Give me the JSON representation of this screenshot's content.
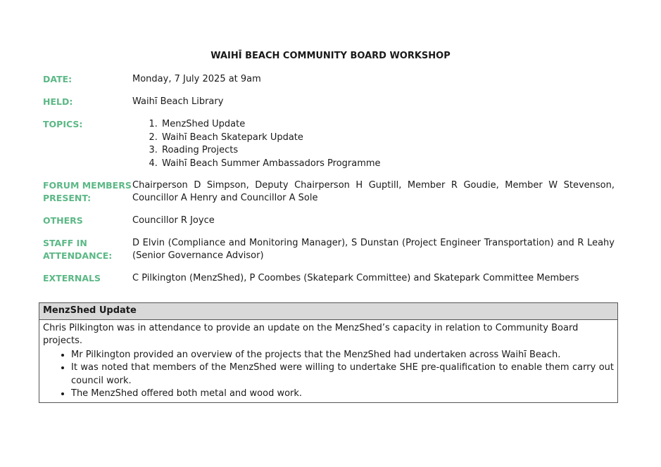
{
  "title": "WAIHĪ BEACH COMMUNITY BOARD WORKSHOP",
  "fields": {
    "date": {
      "label": "DATE:",
      "value": "Monday, 7 July 2025 at 9am"
    },
    "held": {
      "label": "HELD:",
      "value": "Waihī Beach Library"
    },
    "topics": {
      "label": "TOPICS:",
      "items": [
        "MenzShed Update",
        "Waihī Beach Skatepark Update",
        "Roading Projects",
        "Waihī Beach Summer Ambassadors Programme"
      ]
    },
    "forum_members": {
      "label": "FORUM MEMBERS PRESENT:",
      "value": "Chairperson D Simpson, Deputy Chairperson H Guptill, Member R Goudie, Member W Stevenson, Councillor A Henry and Councillor A Sole"
    },
    "others": {
      "label": "OTHERS",
      "value": "Councillor R Joyce"
    },
    "staff": {
      "label": "STAFF IN ATTENDANCE:",
      "value": "D Elvin (Compliance and Monitoring Manager), S Dunstan (Project Engineer Transportation) and R Leahy (Senior Governance Advisor)"
    },
    "externals": {
      "label": "EXTERNALS",
      "value": "C Pilkington (MenzShed), P Coombes (Skatepark Committee) and Skatepark Committee Members"
    }
  },
  "section": {
    "heading": "MenzShed Update",
    "intro": "Chris Pilkington was in attendance to provide an update on the MenzShed’s capacity in relation to Community Board projects.",
    "bullets": [
      "Mr Pilkington provided an overview of the projects that the MenzShed had undertaken across Waihī Beach.",
      "It was noted that members of the MenzShed were willing to undertake SHE pre-qualification to enable them carry out council work.",
      "The MenzShed offered both metal and wood work."
    ]
  }
}
